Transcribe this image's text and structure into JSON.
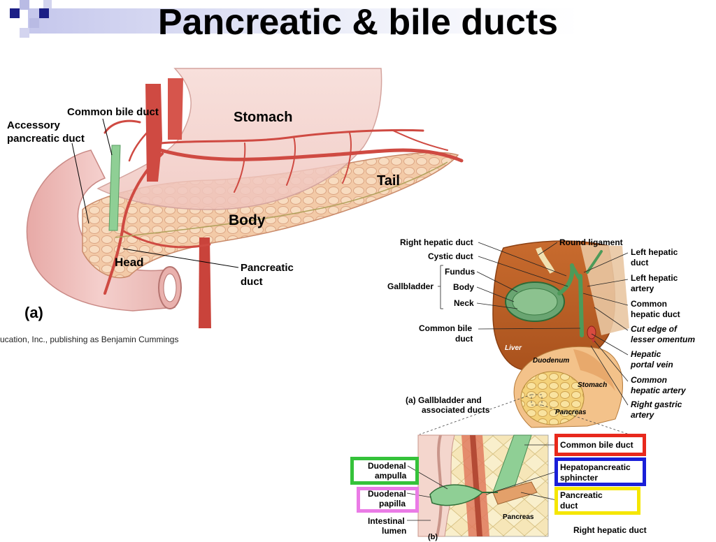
{
  "slide": {
    "title": "Pancreatic & bile ducts",
    "credit": "ucation, Inc., publishing as Benjamin Cummings"
  },
  "figure_left": {
    "panel": "(a)",
    "labels": {
      "common_bile_duct": "Common bile duct",
      "accessory_duct_1": "Accessory",
      "accessory_duct_2": "pancreatic duct",
      "stomach": "Stomach",
      "tail": "Tail",
      "body": "Body",
      "head": "Head",
      "pancreatic_duct_1": "Pancreatic",
      "pancreatic_duct_2": "duct"
    }
  },
  "figure_right": {
    "labels": {
      "right_hepatic_duct": "Right hepatic duct",
      "cystic_duct": "Cystic duct",
      "fundus": "Fundus",
      "gallbladder": "Gallbladder",
      "body": "Body",
      "neck": "Neck",
      "common_bile_duct_1": "Common bile",
      "common_bile_duct_2": "duct",
      "round_ligament": "Round ligament",
      "left_hepatic_duct_1": "Left hepatic",
      "left_hepatic_duct_2": "duct",
      "left_hepatic_artery_1": "Left hepatic",
      "left_hepatic_artery_2": "artery",
      "common_hepatic_duct_1": "Common",
      "common_hepatic_duct_2": "hepatic duct",
      "cut_edge_1": "Cut edge of",
      "cut_edge_2": "lesser omentum",
      "hepatic_portal_1": "Hepatic",
      "hepatic_portal_2": "portal vein",
      "common_hepatic_artery_1": "Common",
      "common_hepatic_artery_2": "hepatic artery",
      "right_gastric_1": "Right gastric",
      "right_gastric_2": "artery",
      "liver": "Liver",
      "duodenum": "Duodenum",
      "stomach": "Stomach",
      "pancreas": "Pancreas",
      "caption_1": "(a) Gallbladder and",
      "caption_2": "associated ducts"
    }
  },
  "figure_inset": {
    "labels": {
      "duodenal_ampulla_1": "Duodenal",
      "duodenal_ampulla_2": "ampulla",
      "duodenal_papilla_1": "Duodenal",
      "duodenal_papilla_2": "papilla",
      "intestinal_lumen_1": "Intestinal",
      "intestinal_lumen_2": "lumen",
      "pancreas": "Pancreas",
      "common_bile_duct": "Common bile duct",
      "hepatopancreatic_1": "Hepatopancreatic",
      "hepatopancreatic_2": "sphincter",
      "pancreatic_duct_1": "Pancreatic",
      "pancreatic_duct_2": "duct",
      "right_hepatic_duct": "Right hepatic duct",
      "panel": "(b)"
    },
    "box_colors": {
      "common_bile_duct": "#e8291c",
      "hepatopancreatic_sphincter": "#1a1fd8",
      "pancreatic_duct": "#f5e600",
      "duodenal_ampulla": "#35c23a",
      "duodenal_papilla": "#ea7be6"
    }
  },
  "decoration_colors": {
    "corner_navy": "#1c1f86",
    "corner_lavender": "#b9bbe4",
    "title_gradient_start": "#c5c7ec"
  }
}
